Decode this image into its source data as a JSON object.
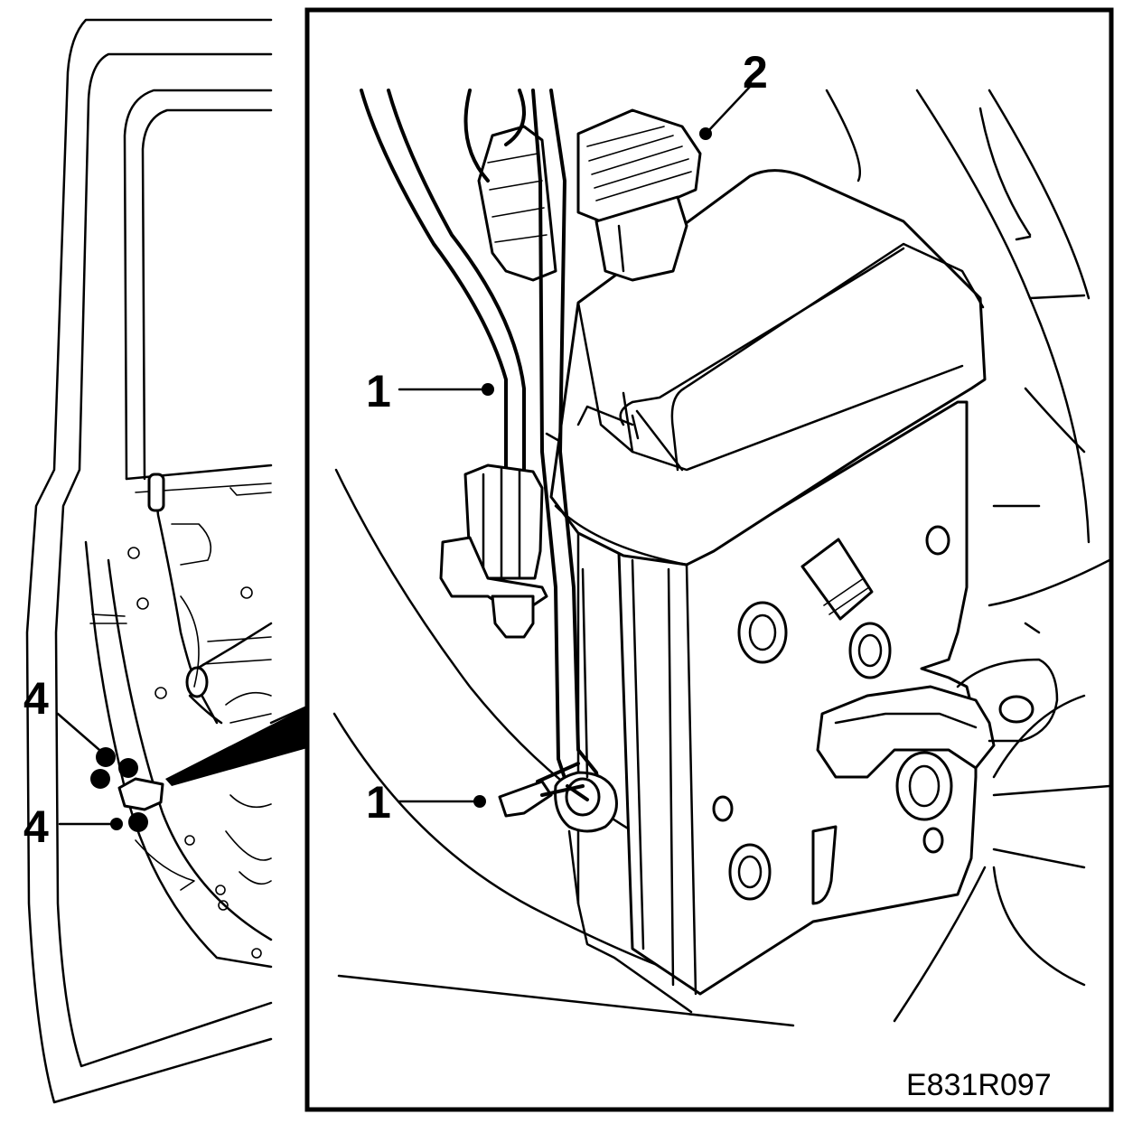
{
  "figure": {
    "drawing_code": "E831R097",
    "callouts": {
      "cable_upper": "1",
      "cable_lower": "1",
      "lock_unit": "2",
      "screws_upper": "4",
      "screws_lower": "4"
    }
  }
}
